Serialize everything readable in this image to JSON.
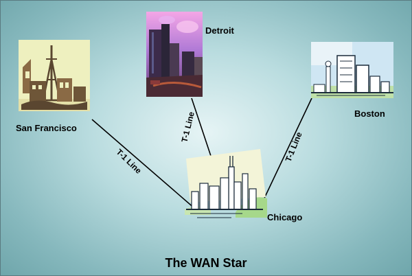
{
  "diagram": {
    "title": "The WAN Star",
    "hub": {
      "label": "Chicago",
      "icon": "chicago-skyline-icon"
    },
    "sites": [
      {
        "label": "San Francisco",
        "icon": "san-francisco-skyline-icon"
      },
      {
        "label": "Detroit",
        "icon": "detroit-photo-icon"
      },
      {
        "label": "Boston",
        "icon": "boston-skyline-icon"
      }
    ],
    "links": [
      {
        "from": "San Francisco",
        "to": "Chicago",
        "label": "T-1 Line"
      },
      {
        "from": "Detroit",
        "to": "Chicago",
        "label": "T-1 Line"
      },
      {
        "from": "Boston",
        "to": "Chicago",
        "label": "T-1 Line"
      }
    ],
    "colors": {
      "link": "#000000",
      "background": "#a9d2d6"
    }
  }
}
